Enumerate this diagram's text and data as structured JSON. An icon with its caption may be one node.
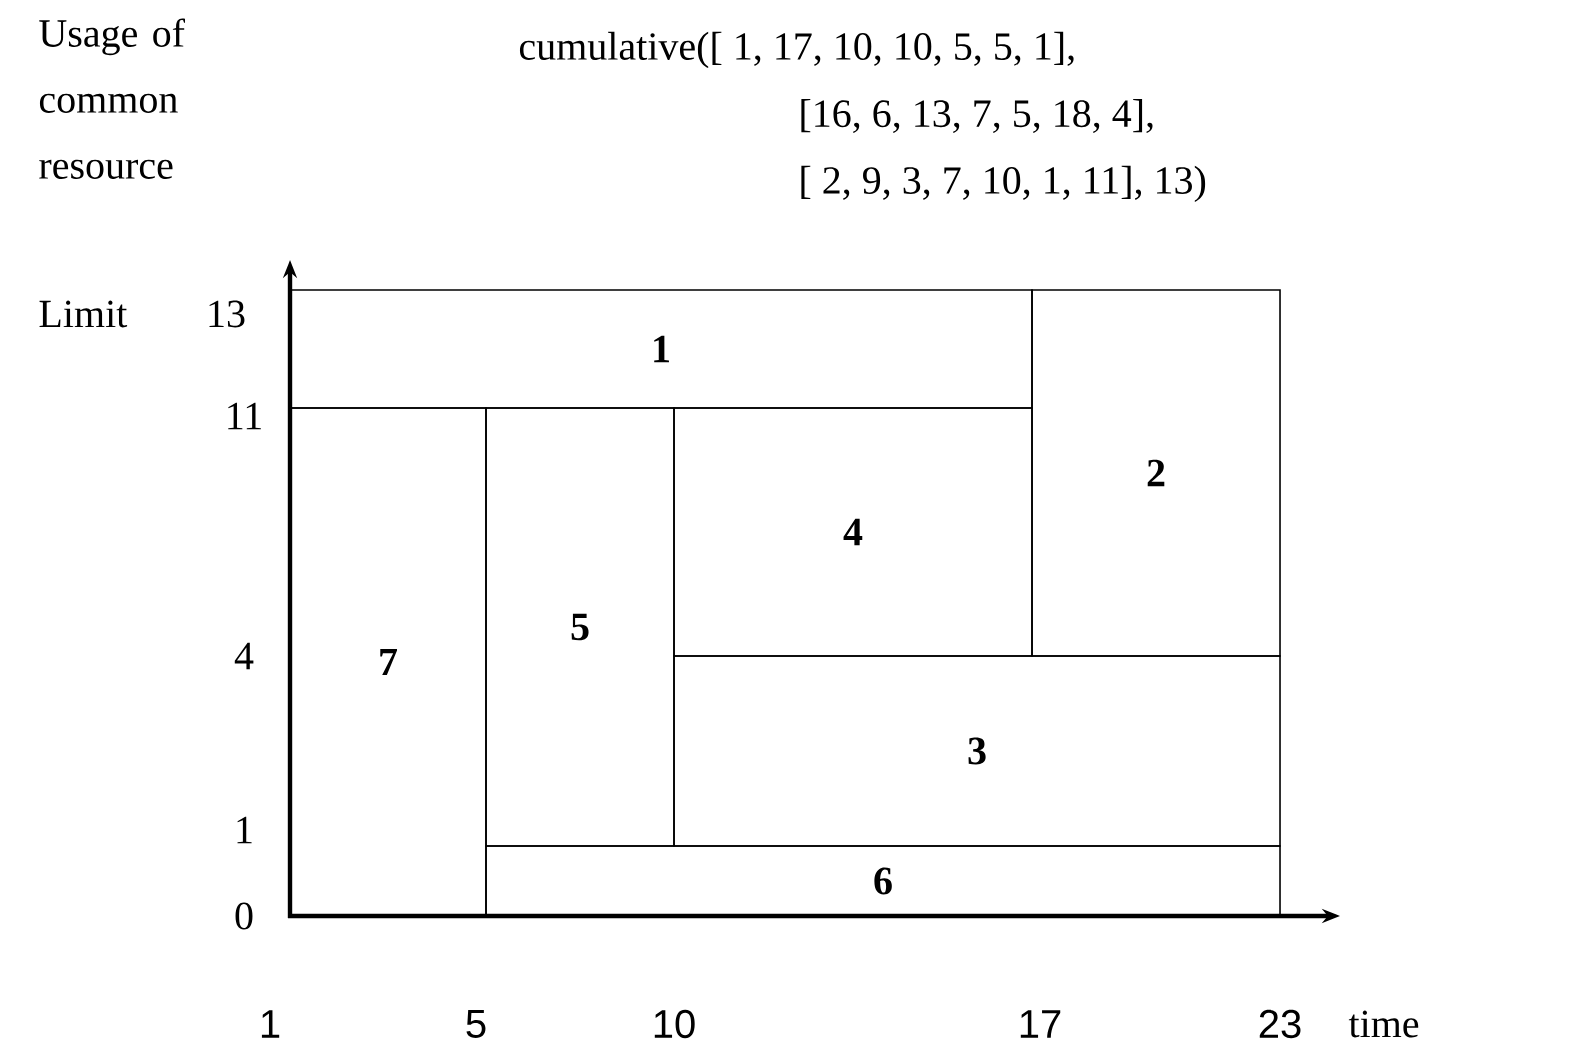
{
  "diagram": {
    "nodes": [
      {
        "text": [
          "1"
        ]
      },
      {
        "text": [
          "2"
        ]
      },
      {
        "text": [
          "4"
        ]
      },
      {
        "text": [
          "7"
        ]
      },
      {
        "text": [
          "5"
        ]
      },
      {
        "text": [
          "3"
        ]
      },
      {
        "text": [
          "6"
        ]
      }
    ],
    "labels": [
      "Usage of common resource",
      "cumulative([ 1, 17, 10, 10, 5, 5, 1],",
      "[16, 6, 13, 7, 5, 18, 4],",
      "[ 2, 9, 3, 7, 10, 1, 11], 13)",
      "Limit",
      "13",
      "11",
      "4",
      "1",
      "0",
      "1",
      "5",
      "10",
      "17",
      "23",
      "time"
    ]
  }
}
